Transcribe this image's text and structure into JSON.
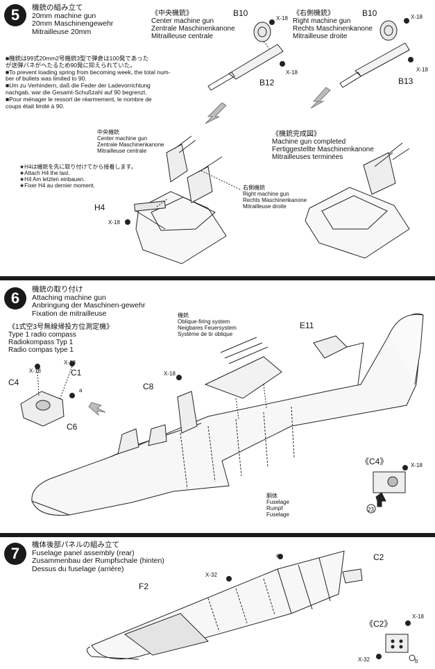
{
  "step5": {
    "number": "5",
    "title_lines": [
      "機銃の組み立て",
      "20mm machine gun",
      "20mm Maschinengewehr",
      "Mitrailleuse 20mm"
    ],
    "note_lines": [
      "■機銃は99式20mm2号機銃3型で弾倉は100発であった",
      "が送弾バネがへたるため90発に抑えられていた。",
      "■To prevent loading spring from becoming week, the total num-",
      "ber of bullets was limited to 90.",
      "■Um zu Verhindern, daß die Feder der Ladevorrichtung",
      "nachgab, war die Gesamt-Schußzahl auf 90 begrenzt.",
      "■Pour ménager le ressort de réarmement, le nombre de",
      "coups était limité à 90."
    ],
    "center_gun_label": [
      "《中央機銃》",
      "Center machine gun",
      "Zentrale Maschinenkanone",
      "Mitrailleuse centrale"
    ],
    "right_gun_label": [
      "《右側機銃》",
      "Right machine gun",
      "Rechts Maschinenkanone",
      "Mitrailleuse droite"
    ],
    "parts": {
      "b10_left": "B10",
      "b12": "B12",
      "b10_right": "B10",
      "b13": "B13",
      "h4": "H4"
    },
    "screws": {
      "x18_a": "X-18",
      "x18_b": "X-18",
      "x18_c": "X-18",
      "x18_d": "X-18",
      "x18_h4": "X-18"
    },
    "center_small_label": [
      "中央機銃",
      "Center machine gun",
      "Zentrale Maschinenkanone",
      "Mitrailleuse centrale"
    ],
    "right_small_label": [
      "右側機銃",
      "Right machine gun",
      "Rechts Maschinenkanone",
      "Mitrailleuse droite"
    ],
    "h4_note": [
      "★H4は機銃を先に取り付けてから接着します。",
      "★Attach H4 the last.",
      "★H4 Am letzten einbauen.",
      "★Fixer H4 au dernier moment."
    ],
    "completed_label": [
      "《機銃完成図》",
      "Machine gun completed",
      "Fertiggestellte Maschinenkanone",
      "Mitrailleuses terminées"
    ]
  },
  "step6": {
    "number": "6",
    "title_lines": [
      "機銃の取り付け",
      "Attaching machine gun",
      "Anbringung der Maschinen-gewehr",
      "Fixation de mitrailleuse"
    ],
    "radio_label": [
      "《1式空3号無線帰投方位測定機》",
      "Type 1 radio compass",
      "Radiokompass Typ 1",
      "Radio compas type 1"
    ],
    "oblique_label": [
      "機銃",
      "Oblique-firing system",
      "Neigbares Feuersystem",
      "Système de tir oblique"
    ],
    "fuselage_label": [
      "胴体",
      "Fuselage",
      "Rumpf",
      "Fuselage"
    ],
    "parts": {
      "c1": "C1",
      "c4": "C4",
      "c6": "C6",
      "c8": "C8",
      "e11": "E11",
      "c4_detail": "《C4》",
      "ref23": "23",
      "ref_a": "a"
    },
    "screws": {
      "x18_1": "X-18",
      "x18_2": "X-18",
      "x18_3": "X-18",
      "x18_4": "X-18"
    }
  },
  "step7": {
    "number": "7",
    "title_lines": [
      "機体後部パネルの組み立て",
      "Fuselage panel assembly (rear)",
      "Zusammenbau der Rumpfschale (hinten)",
      "Dessus du fuselage (arrière)"
    ],
    "parts": {
      "c2": "C2",
      "f2": "F2",
      "c2_detail": "《C2》",
      "ref_a": "a",
      "ref_b": "b"
    },
    "screws": {
      "x32_1": "X-32",
      "x32_2": "X-32",
      "x18": "X-18"
    }
  },
  "colors": {
    "ink": "#111111",
    "divider": "#1a1a1a",
    "paper": "#ffffff",
    "gray": "#9a9a9a"
  }
}
